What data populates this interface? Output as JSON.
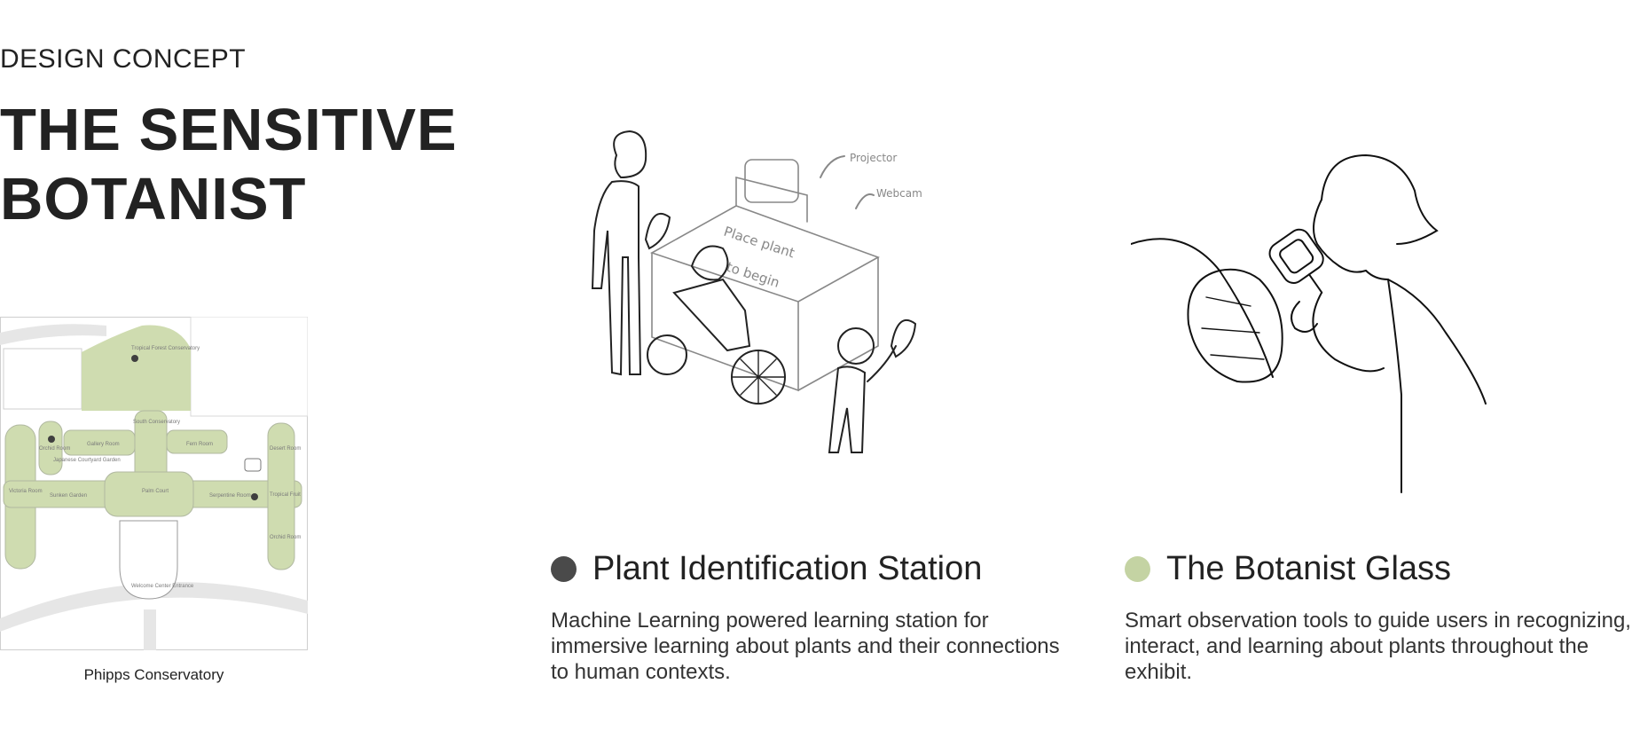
{
  "header": {
    "eyebrow": "DESIGN CONCEPT",
    "title_line1": "THE SENSITIVE",
    "title_line2": "BOTANIST"
  },
  "map": {
    "caption": "Phipps Conservatory",
    "labels": {
      "tropical": "Tropical Forest Conservatory",
      "south": "South Conservatory",
      "gallery": "Gallery Room",
      "sunken": "Sunken Garden",
      "japanese": "Japanese Courtyard Garden",
      "orchid_room": "Orchid Room",
      "palm": "Palm Court",
      "serpentine": "Serpentine Room",
      "victoria": "Victoria Room",
      "fern": "Fern Room",
      "desert": "Desert Room",
      "orchid": "Orchid Room",
      "welcome": "Welcome Center Entrance",
      "tropical_fruit": "Tropical Fruit"
    },
    "colors": {
      "garden": "#cfdcb0",
      "path": "#e6e6e6",
      "marker": "#3f3f3f"
    }
  },
  "sketch1": {
    "projector": "Projector",
    "webcam": "Webcam",
    "table_text1": "Place plant",
    "table_text2": "to begin"
  },
  "features": [
    {
      "title": "Plant Identification Station",
      "description": "Machine Learning powered learning station for immersive learning about plants and their connections to human contexts.",
      "dot_color": "#4a4a4a"
    },
    {
      "title": "The Botanist Glass",
      "description": "Smart observation tools to guide users in recognizing, interact, and learning about plants throughout the exhibit.",
      "dot_color": "#c4d3a3"
    }
  ]
}
